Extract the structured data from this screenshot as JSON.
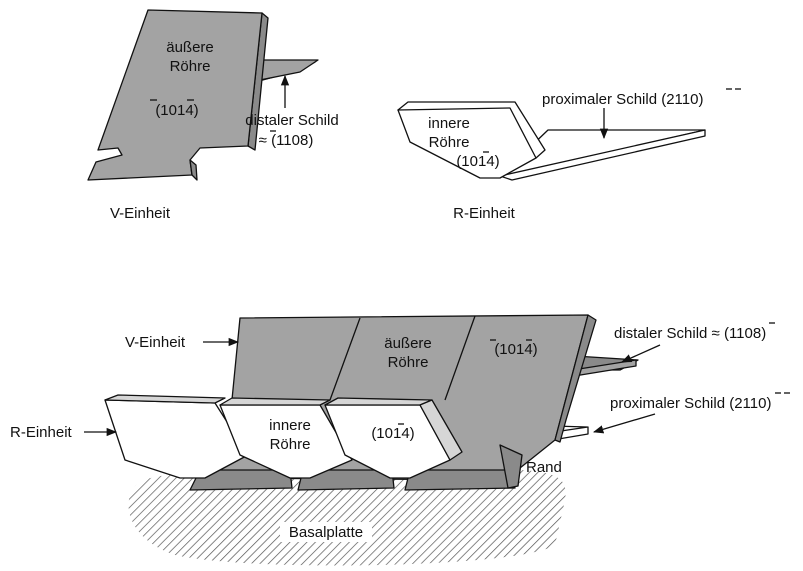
{
  "top_left": {
    "label_outer_tube_1": "äußere",
    "label_outer_tube_2": "Röhre",
    "label_index": "(1014)",
    "label_distal_1": "distaler Schild",
    "label_distal_2": "≈ (1108)",
    "caption": "V-Einheit"
  },
  "top_right": {
    "label_inner_1": "innere",
    "label_inner_2": "Röhre",
    "label_index": "(1014)",
    "label_proximal": "proximaler Schild  (2110)",
    "caption": "R-Einheit"
  },
  "bottom": {
    "label_v_unit": "V-Einheit",
    "label_r_unit": "R-Einheit",
    "label_outer_1": "äußere",
    "label_outer_2": "Röhre",
    "label_outer_index": "(1014)",
    "label_inner_1": "innere",
    "label_inner_2": "Röhre",
    "label_inner_index": "(1014)",
    "label_distal": "distaler Schild ≈ (1108)",
    "label_proximal": "proximaler Schild  (2110)",
    "label_rand": "Rand",
    "label_basal": "Basalplatte"
  }
}
